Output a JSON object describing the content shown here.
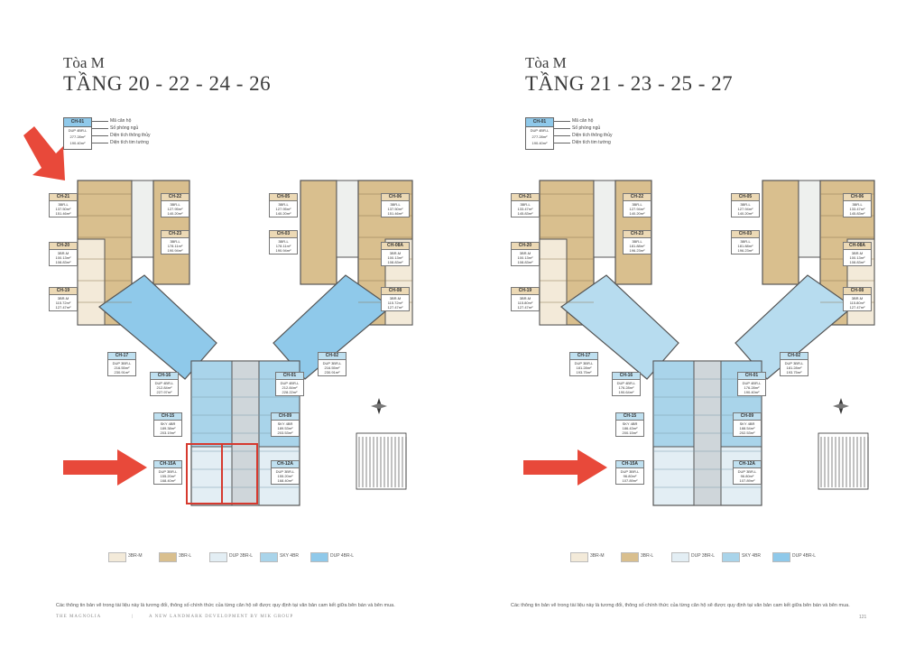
{
  "pages": [
    {
      "building": "Tòa M",
      "floors": "TẦNG 20 - 22 - 24 - 26",
      "unit_legend": {
        "code": "CH-01",
        "type": "DUP 4BR-L",
        "area1": "277.28m²",
        "area2": "190.40m²",
        "labels": [
          "Mã căn hộ",
          "Số phòng ngủ",
          "Diện tích thông thủy",
          "Diện tích tim tường"
        ]
      },
      "units": [
        {
          "id": "CH-21",
          "type": "3BR-L",
          "a1": "137.50m²",
          "a2": "151.46m²"
        },
        {
          "id": "CH-22",
          "type": "3BR-L",
          "a1": "127.95m²",
          "a2": "140.20m²"
        },
        {
          "id": "CH-23",
          "type": "3BR-L",
          "a1": "178.11m²",
          "a2": "190.94m²"
        },
        {
          "id": "CH-20",
          "type": "3BR-M",
          "a1": "100.13m²",
          "a2": "108.83m²"
        },
        {
          "id": "CH-19",
          "type": "3BR-M",
          "a1": "115.72m²",
          "a2": "127.47m²"
        },
        {
          "id": "CH-17",
          "type": "DUP 3BR-L",
          "a1": "216.55m²",
          "a2": "230.91m²"
        },
        {
          "id": "CH-16",
          "type": "DUP 4BR-L",
          "a1": "212.84m²",
          "a2": "227.97m²"
        },
        {
          "id": "CH-15",
          "type": "SKY 4BR",
          "a1": "189.38m²",
          "a2": "203.19m²"
        },
        {
          "id": "CH-15A",
          "type": "DUP 3BR-L",
          "a1": "155.20m²",
          "a2": "168.40m²"
        },
        {
          "id": "CH-05",
          "type": "3BR-L",
          "a1": "127.95m²",
          "a2": "140.20m²"
        },
        {
          "id": "CH-06",
          "type": "3BR-L",
          "a1": "137.50m²",
          "a2": "151.46m²"
        },
        {
          "id": "CH-03",
          "type": "3BR-L",
          "a1": "178.11m²",
          "a2": "190.94m²"
        },
        {
          "id": "CH-08A",
          "type": "3BR-M",
          "a1": "100.13m²",
          "a2": "108.83m²"
        },
        {
          "id": "CH-08",
          "type": "3BR-M",
          "a1": "115.72m²",
          "a2": "127.47m²"
        },
        {
          "id": "CH-02",
          "type": "DUP 3BR-L",
          "a1": "216.55m²",
          "a2": "230.91m²"
        },
        {
          "id": "CH-01",
          "type": "DUP 4BR-L",
          "a1": "212.84m²",
          "a2": "228.22m²"
        },
        {
          "id": "CH-09",
          "type": "SKY 4BR",
          "a1": "189.53m²",
          "a2": "203.53m²"
        },
        {
          "id": "CH-12A",
          "type": "DUP 3BR-L",
          "a1": "155.20m²",
          "a2": "168.40m²"
        }
      ],
      "has_arrows": true,
      "has_highlight": true,
      "note": "Các thông tin bản vẽ trong tài liệu này là tương đối, thông số chính thức của từng căn hộ sẽ được quy định tại văn bản cam kết giữa bên bán và bên mua.",
      "footer_left": "THE MAGNOLIA",
      "footer_sep": "|",
      "footer_tag": "A NEW LANDMARK DEVELOPMENT BY MIK GROUP",
      "page_no": ""
    },
    {
      "building": "Tòa M",
      "floors": "TẦNG 21 - 23 - 25 - 27",
      "unit_legend": {
        "code": "CH-01",
        "type": "DUP 4BR-L",
        "area1": "277.28m²",
        "area2": "190.40m²",
        "labels": [
          "Mã căn hộ",
          "Số phòng ngủ",
          "Diện tích thông thủy",
          "Diện tích tim tường"
        ]
      },
      "units": [
        {
          "id": "CH-21",
          "type": "3BR-L",
          "a1": "133.47m²",
          "a2": "145.83m²"
        },
        {
          "id": "CH-22",
          "type": "3BR-L",
          "a1": "127.94m²",
          "a2": "140.20m²"
        },
        {
          "id": "CH-23",
          "type": "3BR-L",
          "a1": "181.88m²",
          "a2": "196.23m²"
        },
        {
          "id": "CH-20",
          "type": "3BR-M",
          "a1": "100.13m²",
          "a2": "108.83m²"
        },
        {
          "id": "CH-19",
          "type": "3BR-M",
          "a1": "115.80m²",
          "a2": "127.47m²"
        },
        {
          "id": "CH-17",
          "type": "DUP 3BR-L",
          "a1": "181.28m²",
          "a2": "193.75m²"
        },
        {
          "id": "CH-16",
          "type": "DUP 4BR-L",
          "a1": "176.28m²",
          "a2": "190.64m²"
        },
        {
          "id": "CH-15",
          "type": "SKY 4BR",
          "a1": "186.43m²",
          "a2": "200.15m²"
        },
        {
          "id": "CH-15A",
          "type": "DUP 3BR-L",
          "a1": "96.80m²",
          "a2": "107.89m²"
        },
        {
          "id": "CH-05",
          "type": "3BR-L",
          "a1": "127.94m²",
          "a2": "140.20m²"
        },
        {
          "id": "CH-06",
          "type": "3BR-L",
          "a1": "133.47m²",
          "a2": "145.83m²"
        },
        {
          "id": "CH-03",
          "type": "3BR-L",
          "a1": "181.88m²",
          "a2": "196.23m²"
        },
        {
          "id": "CH-08A",
          "type": "3BR-M",
          "a1": "100.13m²",
          "a2": "108.83m²"
        },
        {
          "id": "CH-08",
          "type": "3BR-M",
          "a1": "115.80m²",
          "a2": "127.47m²"
        },
        {
          "id": "CH-02",
          "type": "DUP 3BR-L",
          "a1": "181.28m²",
          "a2": "193.75m²"
        },
        {
          "id": "CH-01",
          "type": "DUP 4BR-L",
          "a1": "176.28m²",
          "a2": "190.40m²"
        },
        {
          "id": "CH-09",
          "type": "SKY 4BR",
          "a1": "188.54m²",
          "a2": "202.53m²"
        },
        {
          "id": "CH-12A",
          "type": "DUP 3BR-L",
          "a1": "96.80m²",
          "a2": "107.89m²"
        }
      ],
      "has_arrows": true,
      "has_highlight": false,
      "note": "Các thông tin bản vẽ trong tài liệu này là tương đối, thông số chính thức của từng căn hộ sẽ được quy định tại văn bản cam kết giữa bên bán và bên mua.",
      "footer_left": "",
      "footer_sep": "",
      "footer_tag": "",
      "page_no": "121"
    }
  ],
  "floor_legend": [
    {
      "label": "3BR-M",
      "color": "#f3ead9"
    },
    {
      "label": "3BR-L",
      "color": "#d9bf8e"
    },
    {
      "label": "DUP 3BR-L",
      "color": "#e3eef4"
    },
    {
      "label": "SKY 4BR",
      "color": "#a9d4ea"
    },
    {
      "label": "DUP 4BR-L",
      "color": "#8fc9ea"
    }
  ],
  "colors": {
    "arrow": "#e8493a",
    "highlight": "#d63a2f",
    "outline": "#555555"
  }
}
